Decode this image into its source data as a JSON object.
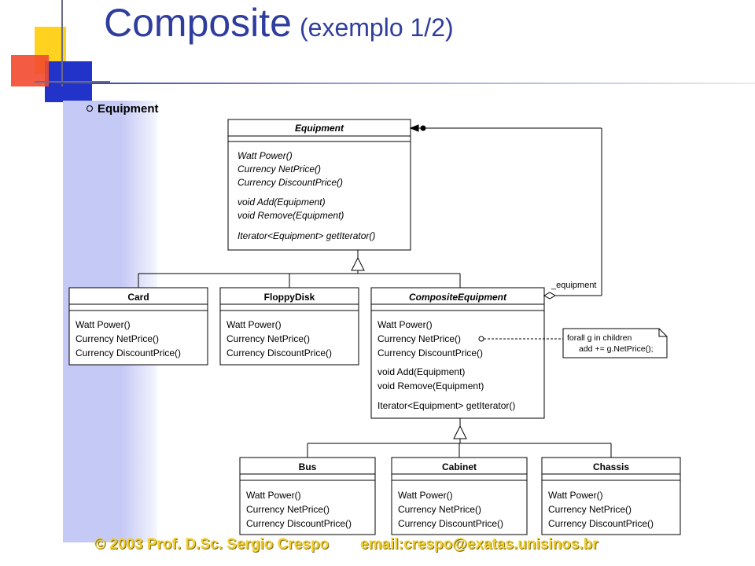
{
  "slide": {
    "title": "Composite",
    "subtitle": "(exemplo 1/2)",
    "footer_left": "© 2003  Prof. D.Sc. Sergio Crespo",
    "footer_right": "email:crespo@exatas.unisinos.br"
  },
  "diagram": {
    "heading": "Equipment",
    "classes": {
      "equipment": {
        "name": "Equipment",
        "ops": [
          "Watt Power()",
          "Currency NetPrice()",
          "Currency DiscountPrice()",
          "void Add(Equipment)",
          "void Remove(Equipment)",
          "Iterator<Equipment> getIterator()"
        ]
      },
      "card": {
        "name": "Card",
        "ops": [
          "Watt Power()",
          "Currency NetPrice()",
          "Currency DiscountPrice()"
        ]
      },
      "floppydisk": {
        "name": "FloppyDisk",
        "ops": [
          "Watt Power()",
          "Currency NetPrice()",
          "Currency DiscountPrice()"
        ]
      },
      "composite": {
        "name": "CompositeEquipment",
        "ops": [
          "Watt Power()",
          "Currency NetPrice()",
          "Currency DiscountPrice()",
          "void Add(Equipment)",
          "void Remove(Equipment)",
          "Iterator<Equipment> getIterator()"
        ]
      },
      "bus": {
        "name": "Bus",
        "ops": [
          "Watt Power()",
          "Currency NetPrice()",
          "Currency DiscountPrice()"
        ]
      },
      "cabinet": {
        "name": "Cabinet",
        "ops": [
          "Watt Power()",
          "Currency NetPrice()",
          "Currency DiscountPrice()"
        ]
      },
      "chassis": {
        "name": "Chassis",
        "ops": [
          "Watt Power()",
          "Currency NetPrice()",
          "Currency DiscountPrice()"
        ]
      }
    },
    "association_label": "_equipment",
    "note": {
      "line1": "forall g in children",
      "line2": "add += g.NetPrice();"
    }
  }
}
